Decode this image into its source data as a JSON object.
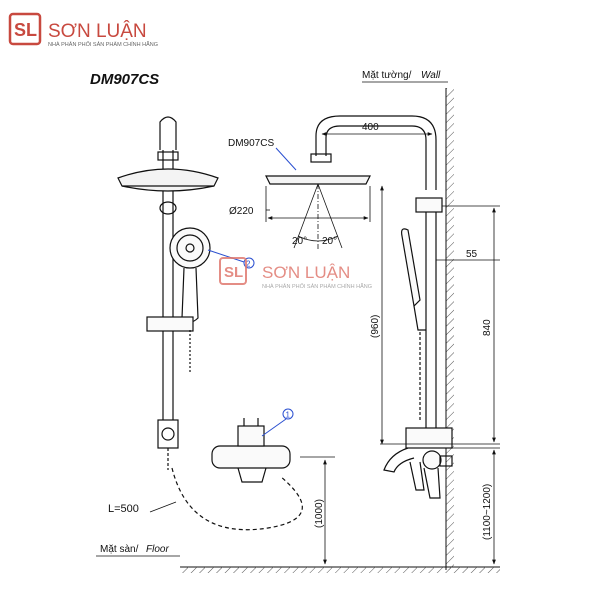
{
  "brand": {
    "name": "SƠN LUẬN",
    "tagline": "NHÀ PHÂN PHỐI SẢN PHẨM CHÍNH HÃNG",
    "logo_letters": "SL",
    "color": "#c8493f",
    "watermark_color": "#e07a70"
  },
  "diagram": {
    "model": "DM907CS",
    "wall_label": "Mặt tường/",
    "wall_label_italic": "Wall",
    "floor_label": "Mặt sàn/",
    "floor_label_italic": "Floor",
    "head_model_callout": "DM907CS",
    "head_diameter": "Ø220",
    "angle_left": "20°",
    "angle_right": "20°",
    "arm_length": "400",
    "offset": "55",
    "rail_height": "840",
    "head_height": "(960)",
    "mixer_height": "(1000)",
    "mixer_range": "(1100~1200)",
    "hose_length": "L=500",
    "callout_1": "1",
    "callout_2": "2"
  }
}
